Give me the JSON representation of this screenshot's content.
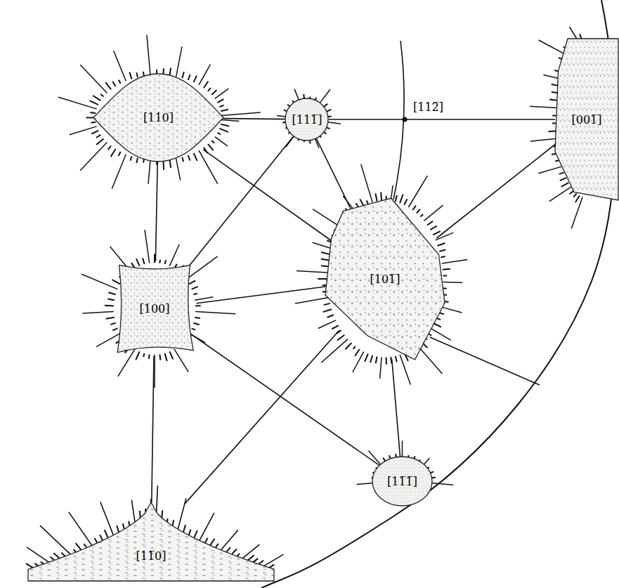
{
  "diagram": {
    "nodes": [
      {
        "text": [
          "[110]"
        ]
      },
      {
        "text": [
          "[111̅]"
        ]
      },
      {
        "text": [
          "[001̅]"
        ]
      },
      {
        "text": [
          "[100]"
        ]
      },
      {
        "text": [
          "[101̅]"
        ]
      },
      {
        "text": [
          "[11̅0]"
        ]
      },
      {
        "text": [
          "[11̅1̅]"
        ]
      }
    ],
    "edges": [
      {
        "from": 0,
        "to": 1,
        "arrow": "none"
      },
      {
        "from": 1,
        "to": 2,
        "arrow": "none"
      },
      {
        "from": 0,
        "to": 3,
        "arrow": "none"
      },
      {
        "from": 3,
        "to": 5,
        "arrow": "none"
      },
      {
        "from": 0,
        "to": 4,
        "arrow": "none"
      },
      {
        "from": 1,
        "to": 3,
        "arrow": "none"
      },
      {
        "from": 1,
        "to": 4,
        "arrow": "none"
      },
      {
        "from": 3,
        "to": 4,
        "arrow": "none"
      },
      {
        "from": 3,
        "to": 6,
        "arrow": "none"
      },
      {
        "from": 4,
        "to": 2,
        "arrow": "none"
      },
      {
        "from": 4,
        "to": 5,
        "arrow": "none"
      },
      {
        "from": 4,
        "to": 6,
        "arrow": "none"
      }
    ],
    "labels": [
      "[112̅]"
    ]
  }
}
